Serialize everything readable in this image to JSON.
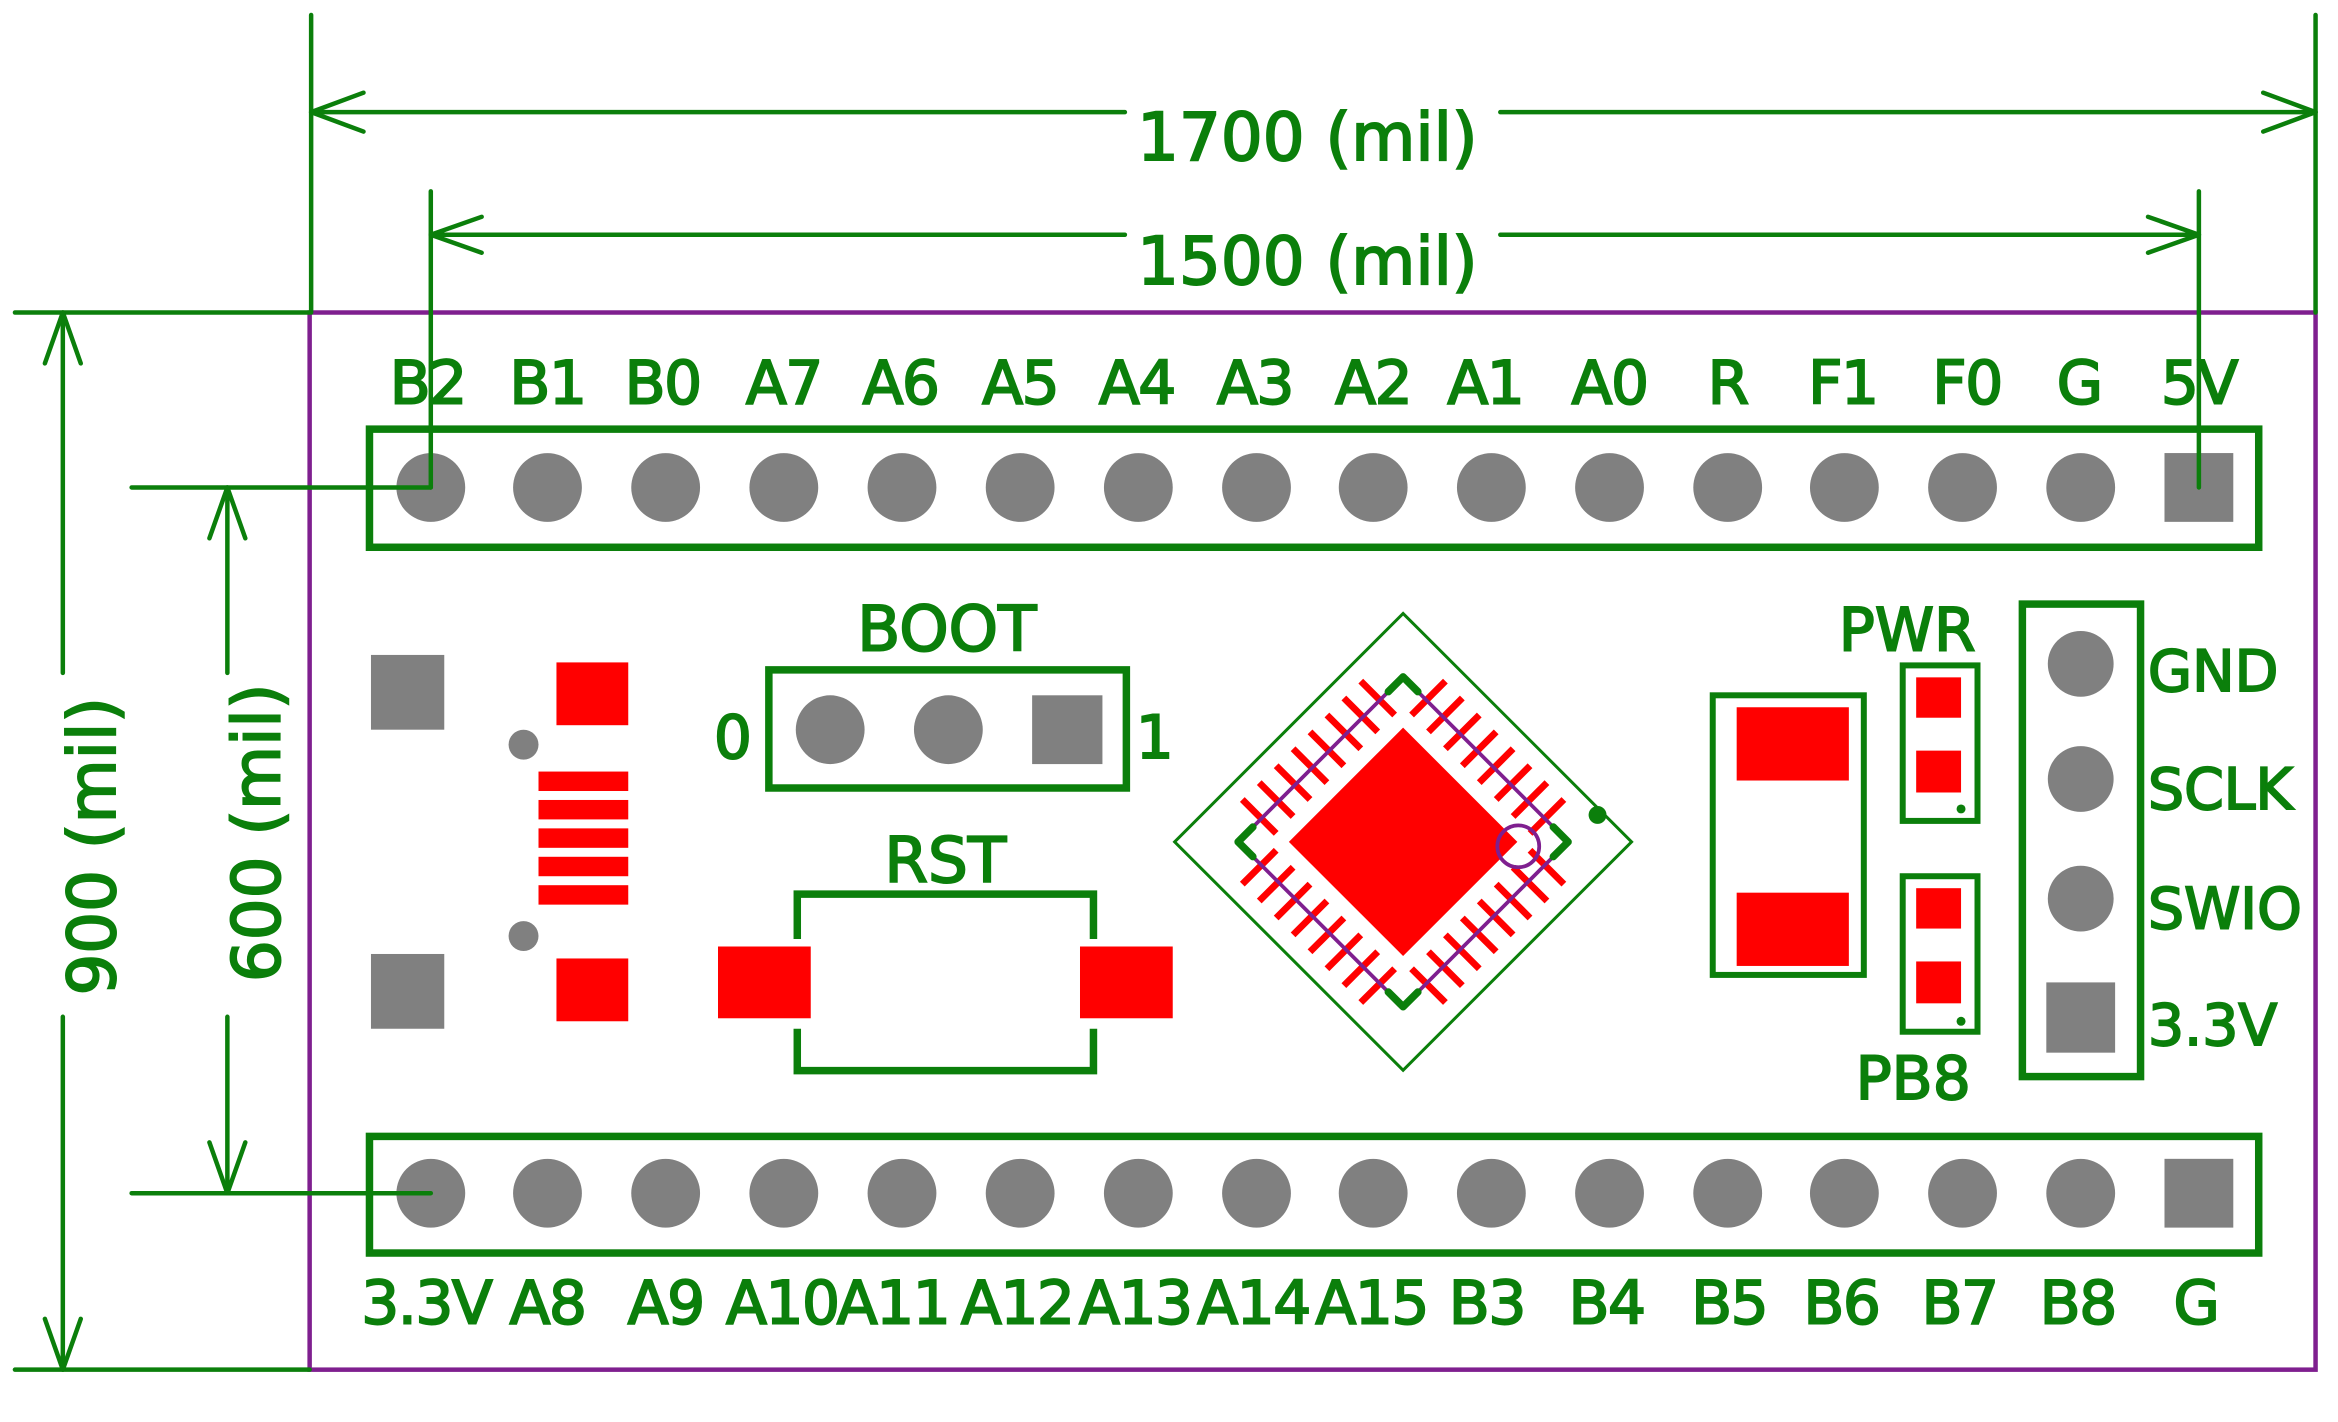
{
  "dimensions": {
    "board_width": "1700 (mil)",
    "header_pin_span": "1500 (mil)",
    "board_height": "900 (mil)",
    "header_row_spacing": "600 (mil)"
  },
  "top_header": {
    "pins": [
      "B2",
      "B1",
      "B0",
      "A7",
      "A6",
      "A5",
      "A4",
      "A3",
      "A2",
      "A1",
      "A0",
      "R",
      "F1",
      "F0",
      "G",
      "5V"
    ]
  },
  "bottom_header": {
    "pins": [
      "3.3V",
      "A8",
      "A9",
      "A10",
      "A11",
      "A12",
      "A13",
      "A14",
      "A15",
      "B3",
      "B4",
      "B5",
      "B6",
      "B7",
      "B8",
      "G"
    ]
  },
  "boot_jumper": {
    "title": "BOOT",
    "left_label": "0",
    "right_label": "1"
  },
  "reset_button": {
    "title": "RST"
  },
  "led_power": {
    "title": "PWR"
  },
  "led_user": {
    "title": "PB8"
  },
  "swd_header": {
    "pins": [
      "GND",
      "SCLK",
      "SWIO",
      "3.3V"
    ]
  },
  "colors": {
    "silkscreen": "#0b7f0b",
    "board_outline": "#7f1f8f",
    "through_hole_pad": "#808080",
    "smd_pad": "#ff0000"
  }
}
